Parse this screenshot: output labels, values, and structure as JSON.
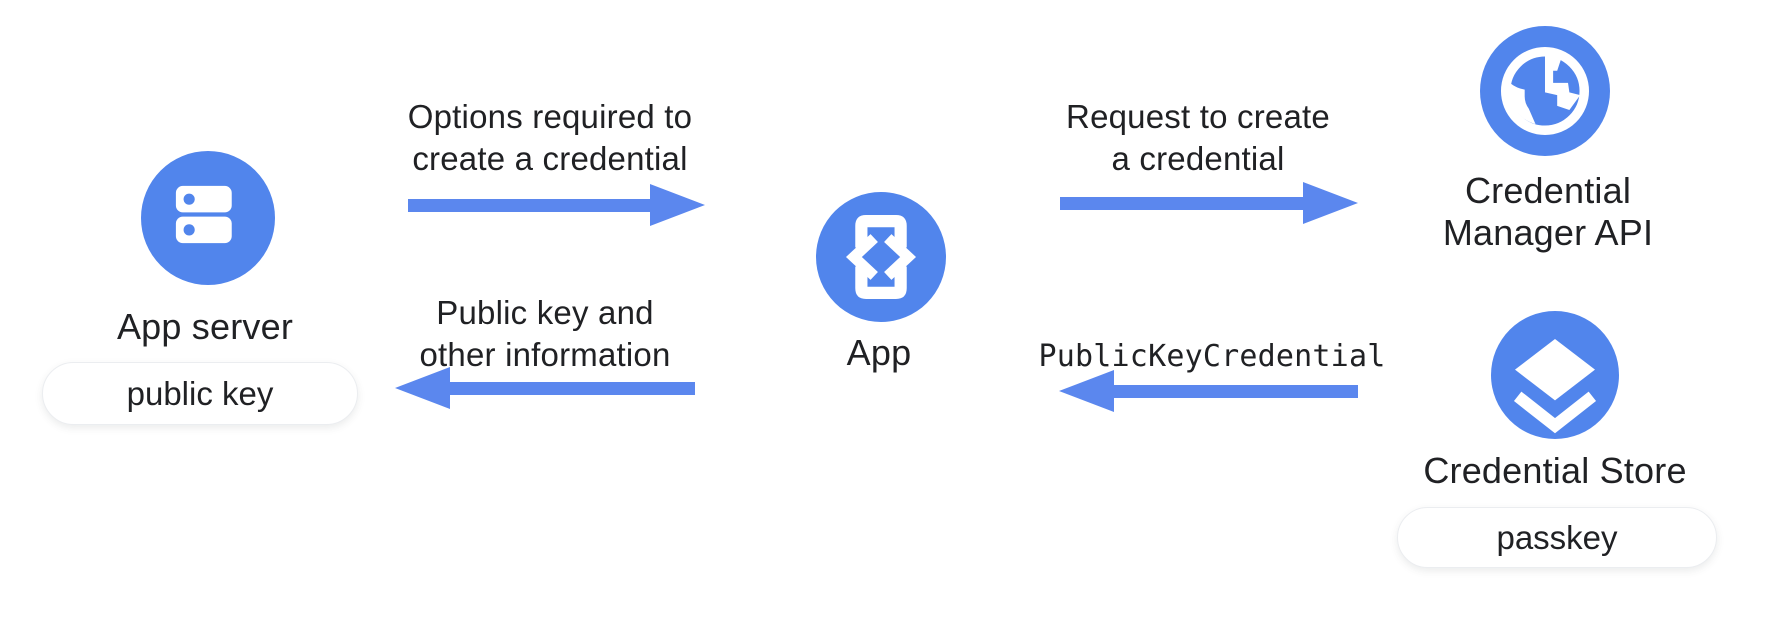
{
  "colors": {
    "icon_blue": "#5185ec",
    "arrow_blue": "#5b87ee",
    "text_color": "#202124",
    "bg": "#ffffff"
  },
  "nodes": {
    "app_server": {
      "label": "App server",
      "badge": "public key",
      "icon": "server-icon"
    },
    "app": {
      "label": "App",
      "icon": "phone-code-icon"
    },
    "credential_manager": {
      "label": "Credential\nManager API",
      "icon": "globe-icon"
    },
    "credential_store": {
      "label": "Credential Store",
      "badge": "passkey",
      "icon": "layers-icon"
    }
  },
  "arrows": [
    {
      "id": "options-to-app",
      "label": "Options required to\ncreate a credential",
      "direction": "right",
      "from": "App server",
      "to": "App"
    },
    {
      "id": "public-key-back",
      "label": "Public key and\nother information",
      "direction": "left",
      "from": "App",
      "to": "App server"
    },
    {
      "id": "request-create",
      "label": "Request to create\na credential",
      "direction": "right",
      "from": "App",
      "to": "Credential Manager API"
    },
    {
      "id": "publickeycredential-back",
      "label": "PublicKeyCredential",
      "direction": "left",
      "mono": true,
      "from": "Credential Store",
      "to": "App"
    }
  ]
}
